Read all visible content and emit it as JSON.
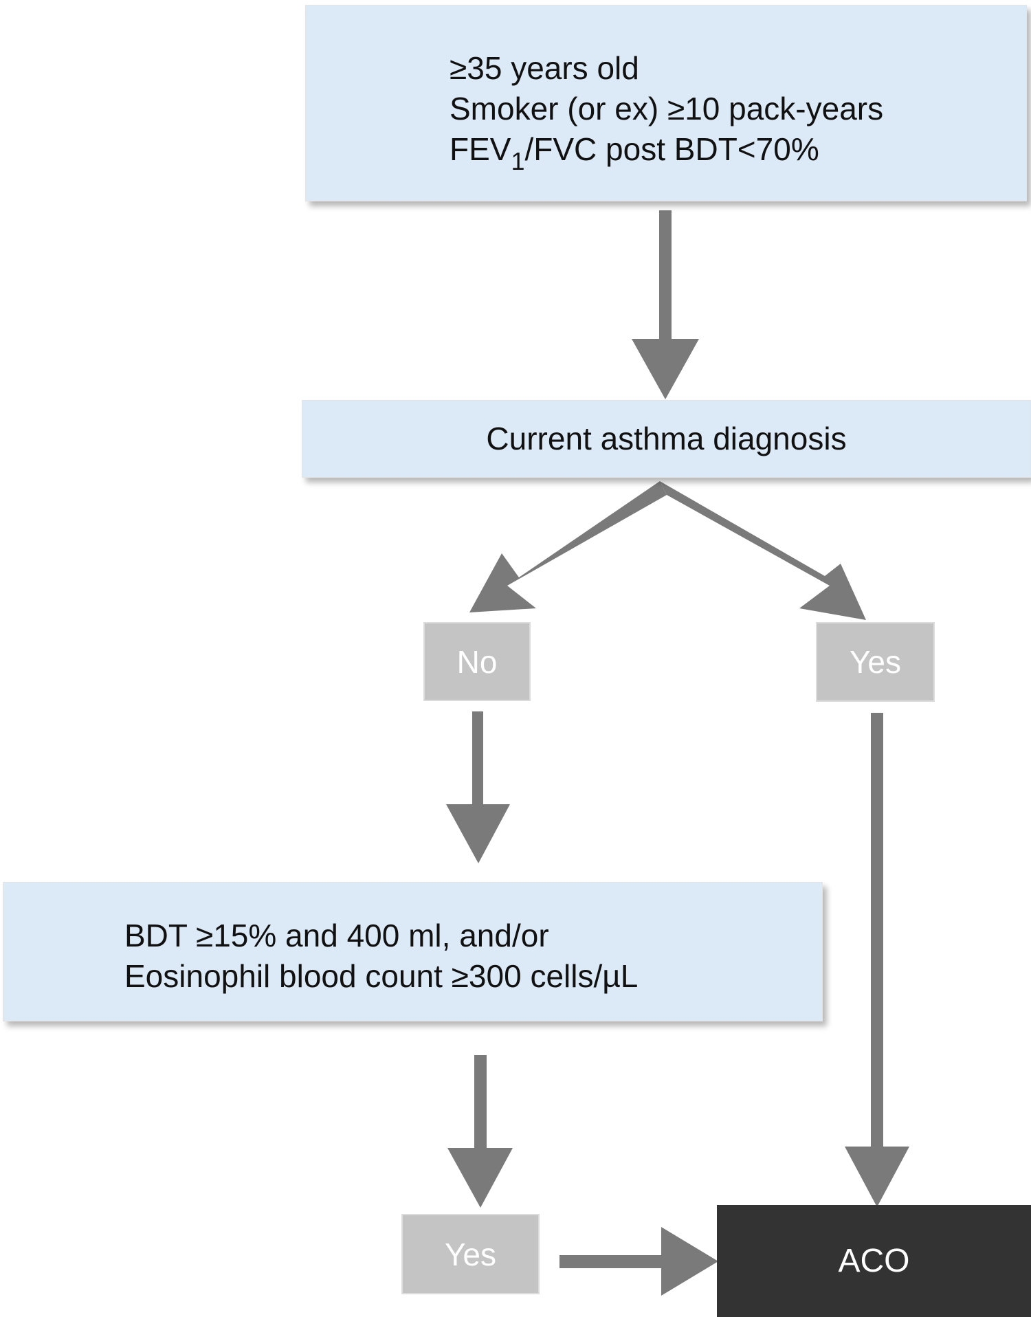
{
  "entry_criteria": {
    "line1": "≥35 years old",
    "line2": "Smoker (or ex) ≥10 pack-years",
    "line3_prefix": "FEV",
    "line3_sub": "1",
    "line3_suffix": "/FVC post BDT<70%"
  },
  "asthma_question": {
    "label": "Current asthma diagnosis"
  },
  "branch_no": {
    "label": "No"
  },
  "branch_yes": {
    "label": "Yes"
  },
  "secondary_criteria": {
    "line1": "BDT ≥15% and 400 ml, and/or",
    "line2": "Eosinophil blood count ≥300 cells/µL"
  },
  "secondary_yes": {
    "label": "Yes"
  },
  "outcome": {
    "label": "ACO"
  },
  "colors": {
    "criteria_fill": "#dce9f6",
    "answer_fill": "#c4c4c4",
    "outcome_fill": "#333333",
    "arrow": "#7a7a7a"
  }
}
